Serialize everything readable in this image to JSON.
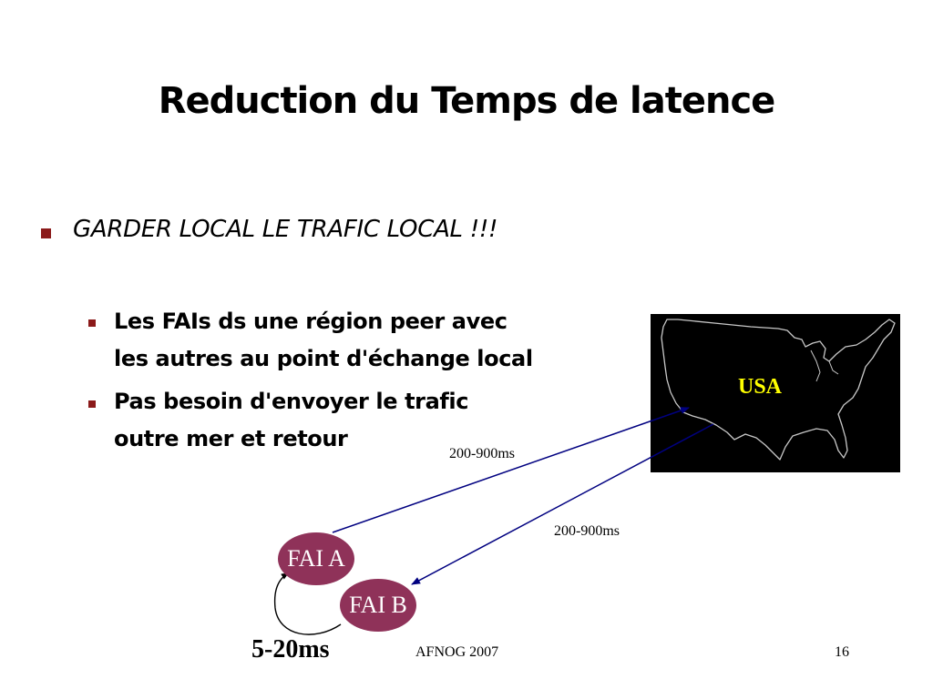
{
  "slide": {
    "title": "Reduction du Temps de latence",
    "bullet_main": "GARDER LOCAL LE TRAFIC LOCAL !!!",
    "sub_bullets": [
      {
        "lines": [
          "Les FAIs ds une région peer avec",
          "les autres au point d'échange local"
        ]
      },
      {
        "lines": [
          "Pas besoin d'envoyer le trafic",
          "outre mer et retour"
        ]
      }
    ]
  },
  "diagram": {
    "map_label": "USA",
    "latency_to_usa": "200-900ms",
    "latency_from_usa": "200-900ms",
    "isp_a": "FAI A",
    "isp_b": "FAI B",
    "local_latency": "5-20ms"
  },
  "footer": {
    "event": "AFNOG 2007",
    "page_number": "16"
  },
  "colors": {
    "bullet": "#8b1a1a",
    "isp_node": "#8f3259",
    "arrow": "#000080",
    "map_background": "#000000",
    "map_label": "#ffff00"
  }
}
